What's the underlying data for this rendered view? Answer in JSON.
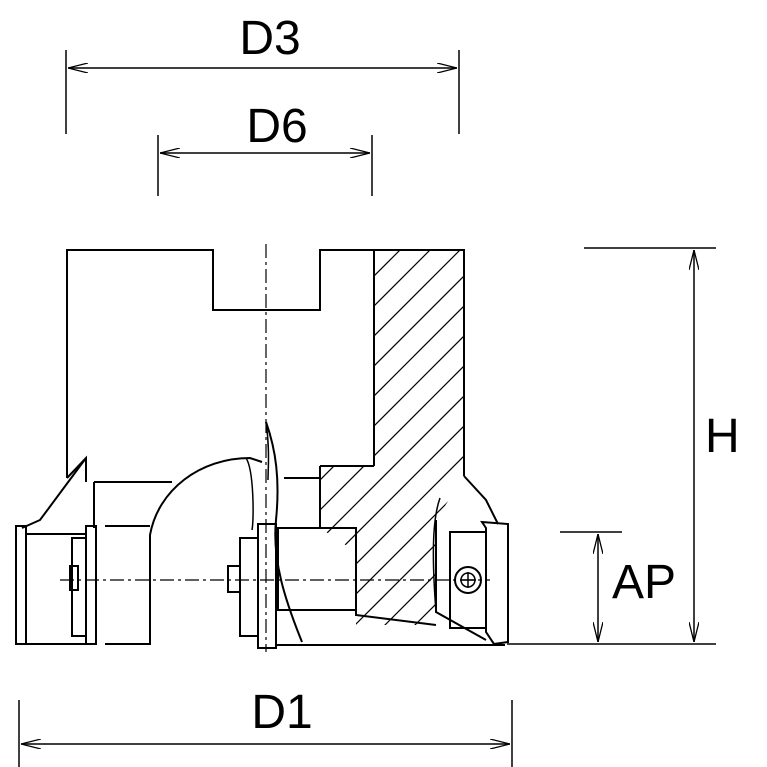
{
  "dimensions": {
    "d3": "D3",
    "d6": "D6",
    "h": "H",
    "ap": "AP",
    "d1": "D1"
  }
}
